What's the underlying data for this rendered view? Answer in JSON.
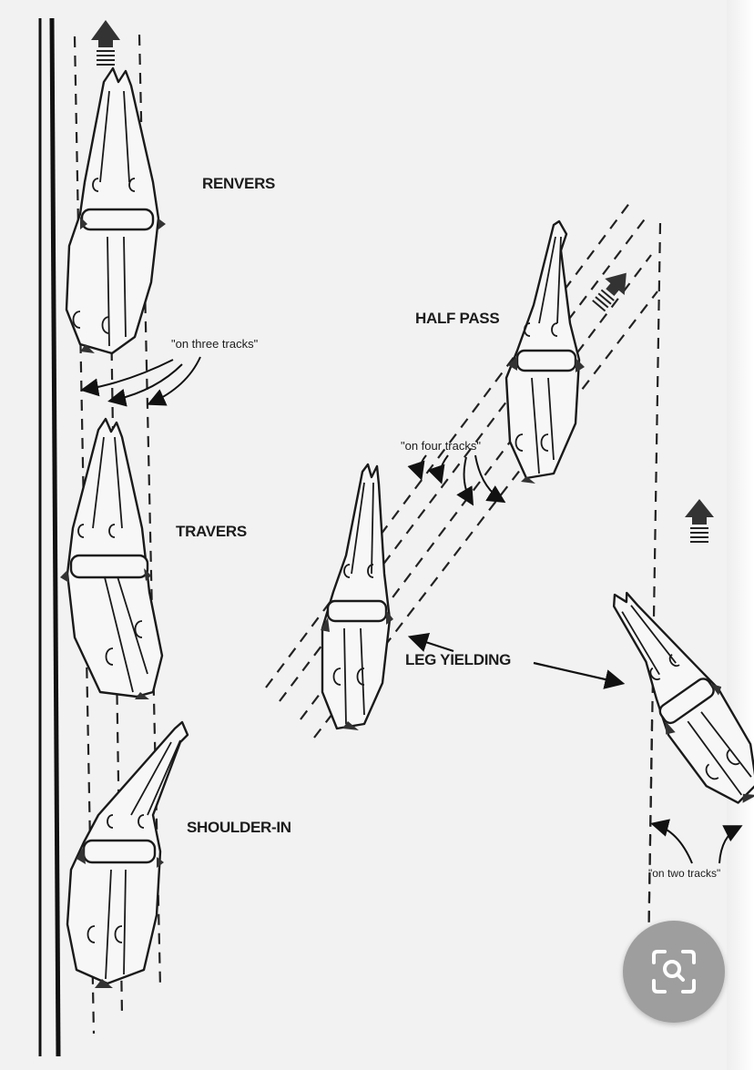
{
  "figure": {
    "top_caption": "",
    "labels": {
      "renvers": "RENVERS",
      "half_pass": "HALF PASS",
      "travers": "TRAVERS",
      "leg_yielding": "LEG YIELDING",
      "shoulder_in": "SHOULDER-IN"
    },
    "annotations": {
      "three_tracks": "\"on three tracks\"",
      "four_tracks": "\"on four tracks\"",
      "two_tracks": "\"on two tracks\""
    }
  },
  "overlay": {
    "lens_button_icon": "image-search-icon"
  },
  "colors": {
    "paper": "#f2f2f2",
    "ink": "#1c1c1c",
    "fab": "#9e9e9e"
  }
}
